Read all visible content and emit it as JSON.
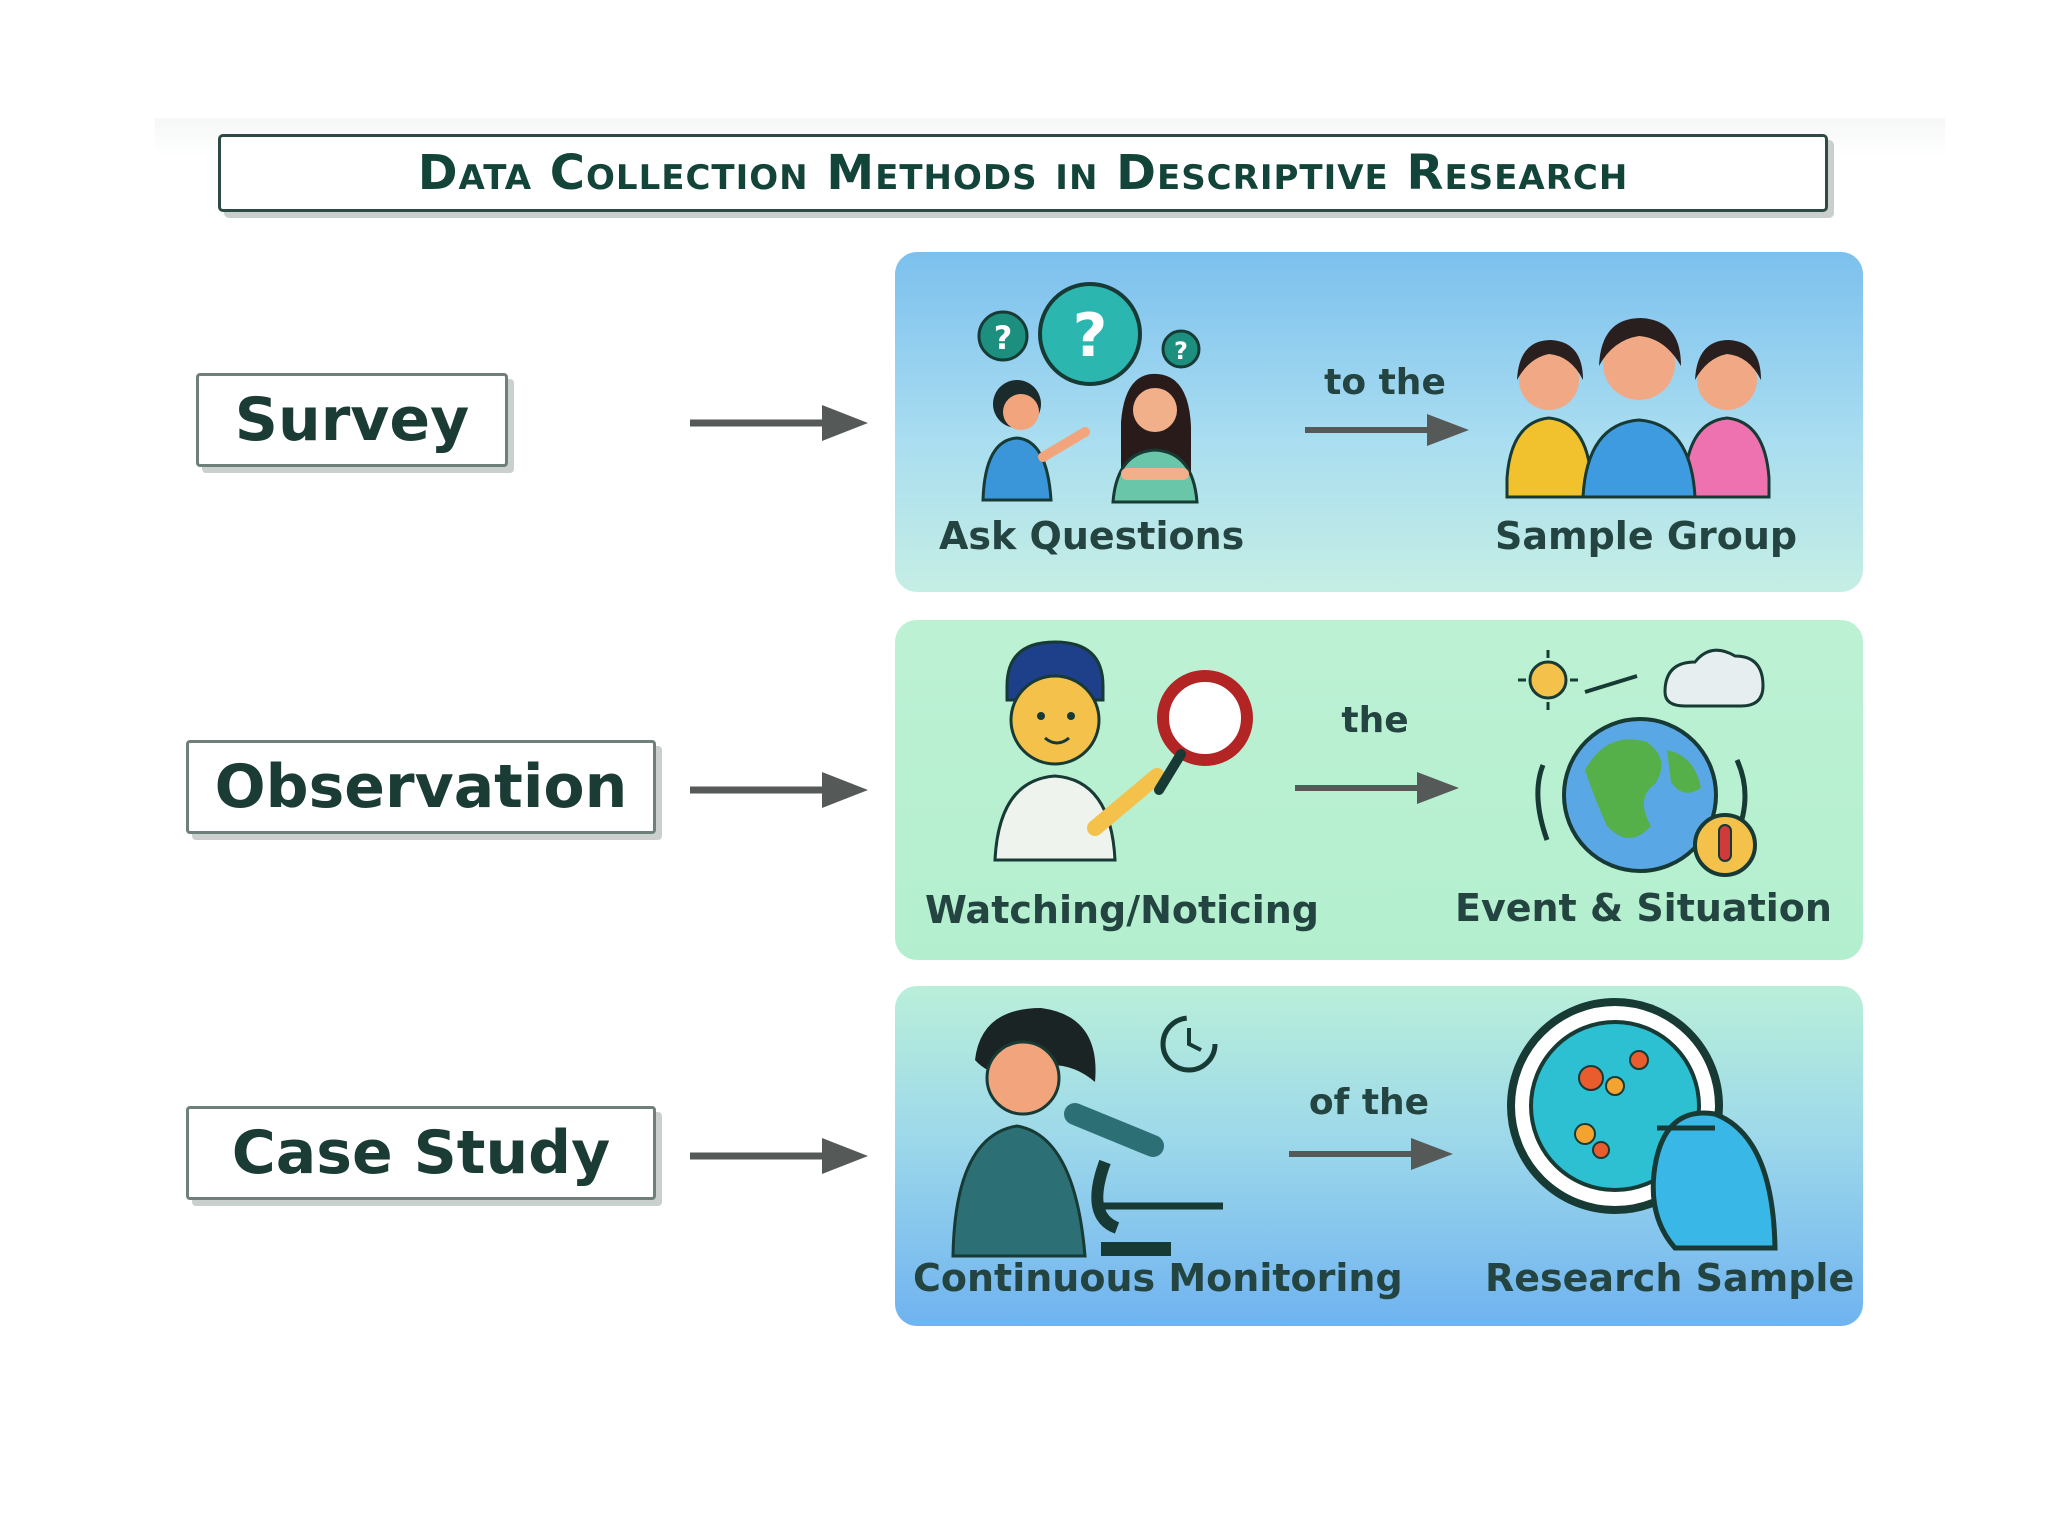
{
  "title": "Data Collection Methods in Descriptive Research",
  "methods": [
    {
      "name": "Survey",
      "left_label": "Ask Questions",
      "connector": "to the",
      "right_label": "Sample Group"
    },
    {
      "name": "Observation",
      "left_label": "Watching/Noticing",
      "connector": "the",
      "right_label": "Event & Situation"
    },
    {
      "name": "Case Study",
      "left_label": "Continuous Monitoring",
      "connector": "of the",
      "right_label": "Research Sample"
    }
  ],
  "colors": {
    "title_text": "#13443a",
    "arrow": "#555a58",
    "panel_blue": "#7cc0ee",
    "panel_green": "#bdf1d4"
  },
  "icons": [
    "people-talking-question-icon",
    "group-of-people-icon",
    "person-magnifier-icon",
    "earth-weather-icon",
    "scientist-microscope-icon",
    "petri-dish-hand-icon"
  ]
}
